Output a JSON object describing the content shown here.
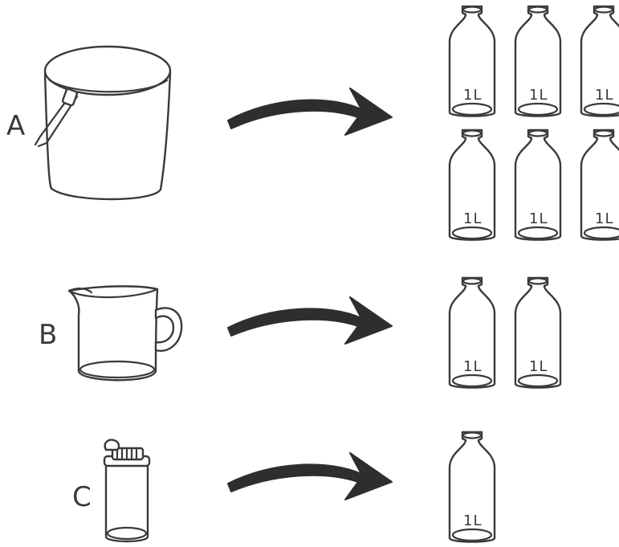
{
  "rows": [
    {
      "label": "A",
      "container": "bucket",
      "bottle_label": "1L",
      "bottle_count": 6
    },
    {
      "label": "B",
      "container": "measuring-jug",
      "bottle_label": "1L",
      "bottle_count": 2
    },
    {
      "label": "C",
      "container": "water-bottle",
      "bottle_label": "1L",
      "bottle_count": 1
    }
  ],
  "colors": {
    "line": "#3a3a3a",
    "arrow": "#2e2e2e",
    "background": "#ffffff"
  }
}
